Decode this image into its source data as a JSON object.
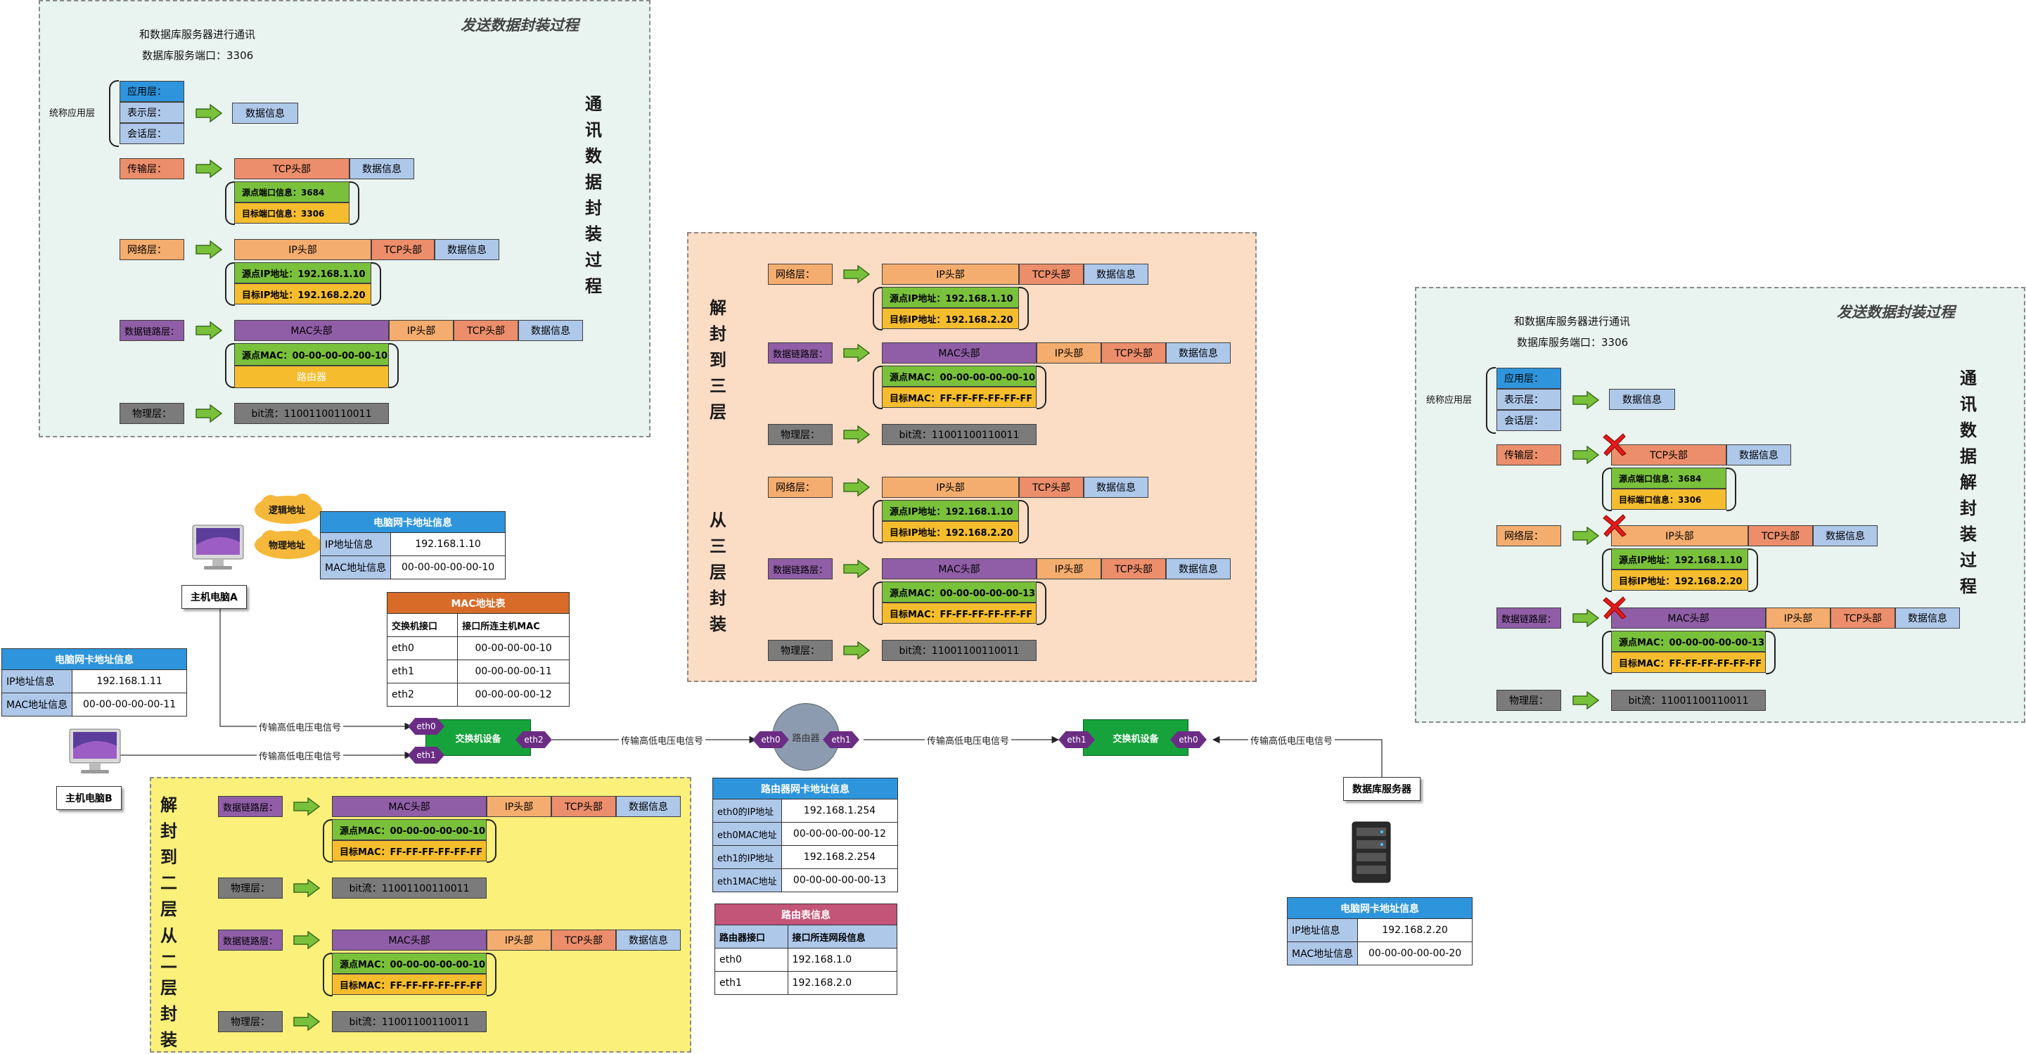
{
  "layers": {
    "app": "应用层：",
    "presentation": "表示层：",
    "session": "会话层：",
    "transport": "传输层：",
    "network": "网络层：",
    "datalink": "数据链路层：",
    "physical": "物理层：",
    "app_group": "统称应用层"
  },
  "units": {
    "data": "数据信息",
    "tcp": "TCP头部",
    "ip": "IP头部",
    "mac": "MAC头部",
    "router": "路由器",
    "bits": "bit流：11001100110011"
  },
  "fields": {
    "src_port": "源点端口信息：3684",
    "dst_port": "目标端口信息：3306",
    "src_ip": "源点IP地址：192.168.1.10",
    "dst_ip": "目标IP地址：192.168.2.20",
    "src_mac_10": "源点MAC：00-00-00-00-00-10",
    "src_mac_13": "源点MAC：00-00-00-00-00-13",
    "dst_mac_ff": "目标MAC：FF-FF-FF-FF-FF-FF"
  },
  "comm": {
    "line1": "和数据库服务器进行通讯",
    "line2": "数据库服务端口：3306"
  },
  "panels": {
    "send_title": "发送数据封装过程",
    "recv_title": "发送数据封装过程",
    "send_vertical": "通讯数据封装过程",
    "recv_vertical": "通讯数据解封装过程",
    "router_up": "解封到三层",
    "router_down": "从三层封装",
    "switch_up": "解封到二层",
    "switch_down": "从二层封装"
  },
  "bubbles": {
    "logical": "逻辑地址",
    "physical": "物理地址"
  },
  "hostA": {
    "label": "主机电脑A",
    "table_title": "电脑网卡地址信息",
    "ip_label": "IP地址信息",
    "ip": "192.168.1.10",
    "mac_label": "MAC地址信息",
    "mac": "00-00-00-00-00-10"
  },
  "hostB": {
    "label": "主机电脑B",
    "table_title": "电脑网卡地址信息",
    "ip_label": "IP地址信息",
    "ip": "192.168.1.11",
    "mac_label": "MAC地址信息",
    "mac": "00-00-00-00-00-11"
  },
  "server": {
    "label": "数据库服务器",
    "table_title": "电脑网卡地址信息",
    "ip_label": "IP地址信息",
    "ip": "192.168.2.20",
    "mac_label": "MAC地址信息",
    "mac": "00-00-00-00-00-20"
  },
  "mac_table": {
    "title": "MAC地址表",
    "col1": "交换机接口",
    "col2": "接口所连主机MAC",
    "rows": [
      [
        "eth0",
        "00-00-00-00-10"
      ],
      [
        "eth1",
        "00-00-00-00-11"
      ],
      [
        "eth2",
        "00-00-00-00-12"
      ]
    ]
  },
  "router_nic": {
    "title": "路由器网卡地址信息",
    "rows": [
      [
        "eth0的IP地址",
        "192.168.1.254"
      ],
      [
        "eth0MAC地址",
        "00-00-00-00-00-12"
      ],
      [
        "eth1的IP地址",
        "192.168.2.254"
      ],
      [
        "eth1MAC地址",
        "00-00-00-00-00-13"
      ]
    ]
  },
  "route_table": {
    "title": "路由表信息",
    "col1": "路由器接口",
    "col2": "接口所连网段信息",
    "rows": [
      [
        "eth0",
        "192.168.1.0"
      ],
      [
        "eth1",
        "192.168.2.0"
      ]
    ]
  },
  "devices": {
    "switch": "交换机设备",
    "router": "路由器"
  },
  "ports": {
    "eth0": "eth0",
    "eth1": "eth1",
    "eth2": "eth2"
  },
  "signal": "传输高低电压电信号",
  "colors": {
    "blue": "#2e95dc",
    "light_blue": "#aec8ea",
    "orange": "#f4ad6e",
    "salmon": "#ec8e6b",
    "purple": "#8f5ea6",
    "green": "#7ac13b",
    "yellow": "#f5bd2e",
    "gray": "#7b7b7b",
    "switch_green": "#17a33c",
    "port_purple": "#6b2d84",
    "router_gray": "#8d9bb0",
    "mac_table_header": "#d76b27",
    "route_table_header": "#c25578"
  }
}
